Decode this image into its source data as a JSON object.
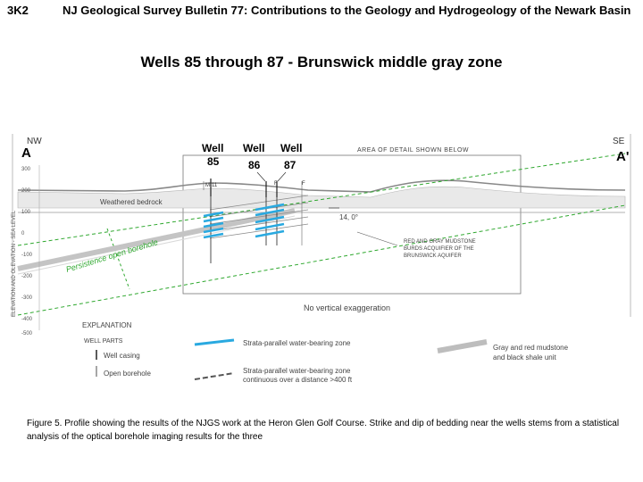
{
  "header": {
    "id": "3K2",
    "title": "NJ Geological Survey Bulletin 77: Contributions to the Geology and Hydrogeology of the Newark Basin"
  },
  "slide_title": "Wells 85 through 87 - Brunswick middle gray zone",
  "figure": {
    "left_direction": "NW",
    "left_label": "A",
    "right_direction": "SE",
    "right_label": "A'",
    "wells": [
      {
        "word": "Well",
        "number": "85"
      },
      {
        "word": "Well",
        "number": "86"
      },
      {
        "word": "Well",
        "number": "87"
      }
    ],
    "well_codes": [
      "M-11",
      "F",
      "F"
    ],
    "area_label": "AREA OF DETAIL SHOWN BELOW",
    "y_axis_label": "ELEVATION AND OLEVATION - SEA LEVEL",
    "y_ticks": [
      "300",
      "200",
      "100",
      "0",
      "-100",
      "-200",
      "-300",
      "-400",
      "-500"
    ],
    "weathered_label": "Weathered bedrock",
    "dip_label": "14, 0°",
    "unit_label": [
      "RED AND GRAY MUDSTONE",
      "BURDS ACQUIFIER OF THE",
      "BRUNSWICK AQUIFER"
    ],
    "persistence_label": "Persistence open borehole",
    "exaggeration": "No vertical exaggeration",
    "explanation": {
      "title": "EXPLANATION",
      "well_parts": "WELL PARTS",
      "casing": "Well casing",
      "borehole": "Open borehole",
      "legend_1": [
        "Strata-parallel water-bearing zone"
      ],
      "legend_2": [
        "Strata-parallel water-bearing zone",
        "continuous over a distance >400 ft"
      ],
      "legend_3": [
        "Gray and red mudstone",
        "and black shale unit"
      ]
    }
  },
  "caption": "Figure 5. Profile showing the results of the NJGS work at the Heron Glen Golf Course. Strike and dip of bedding near the wells stems from a statistical analysis of the optical borehole imaging results for the three",
  "colors": {
    "water_zone": "#29a9e0",
    "persistence": "#2fa82f",
    "gray_unit": "#c4c4c4"
  }
}
